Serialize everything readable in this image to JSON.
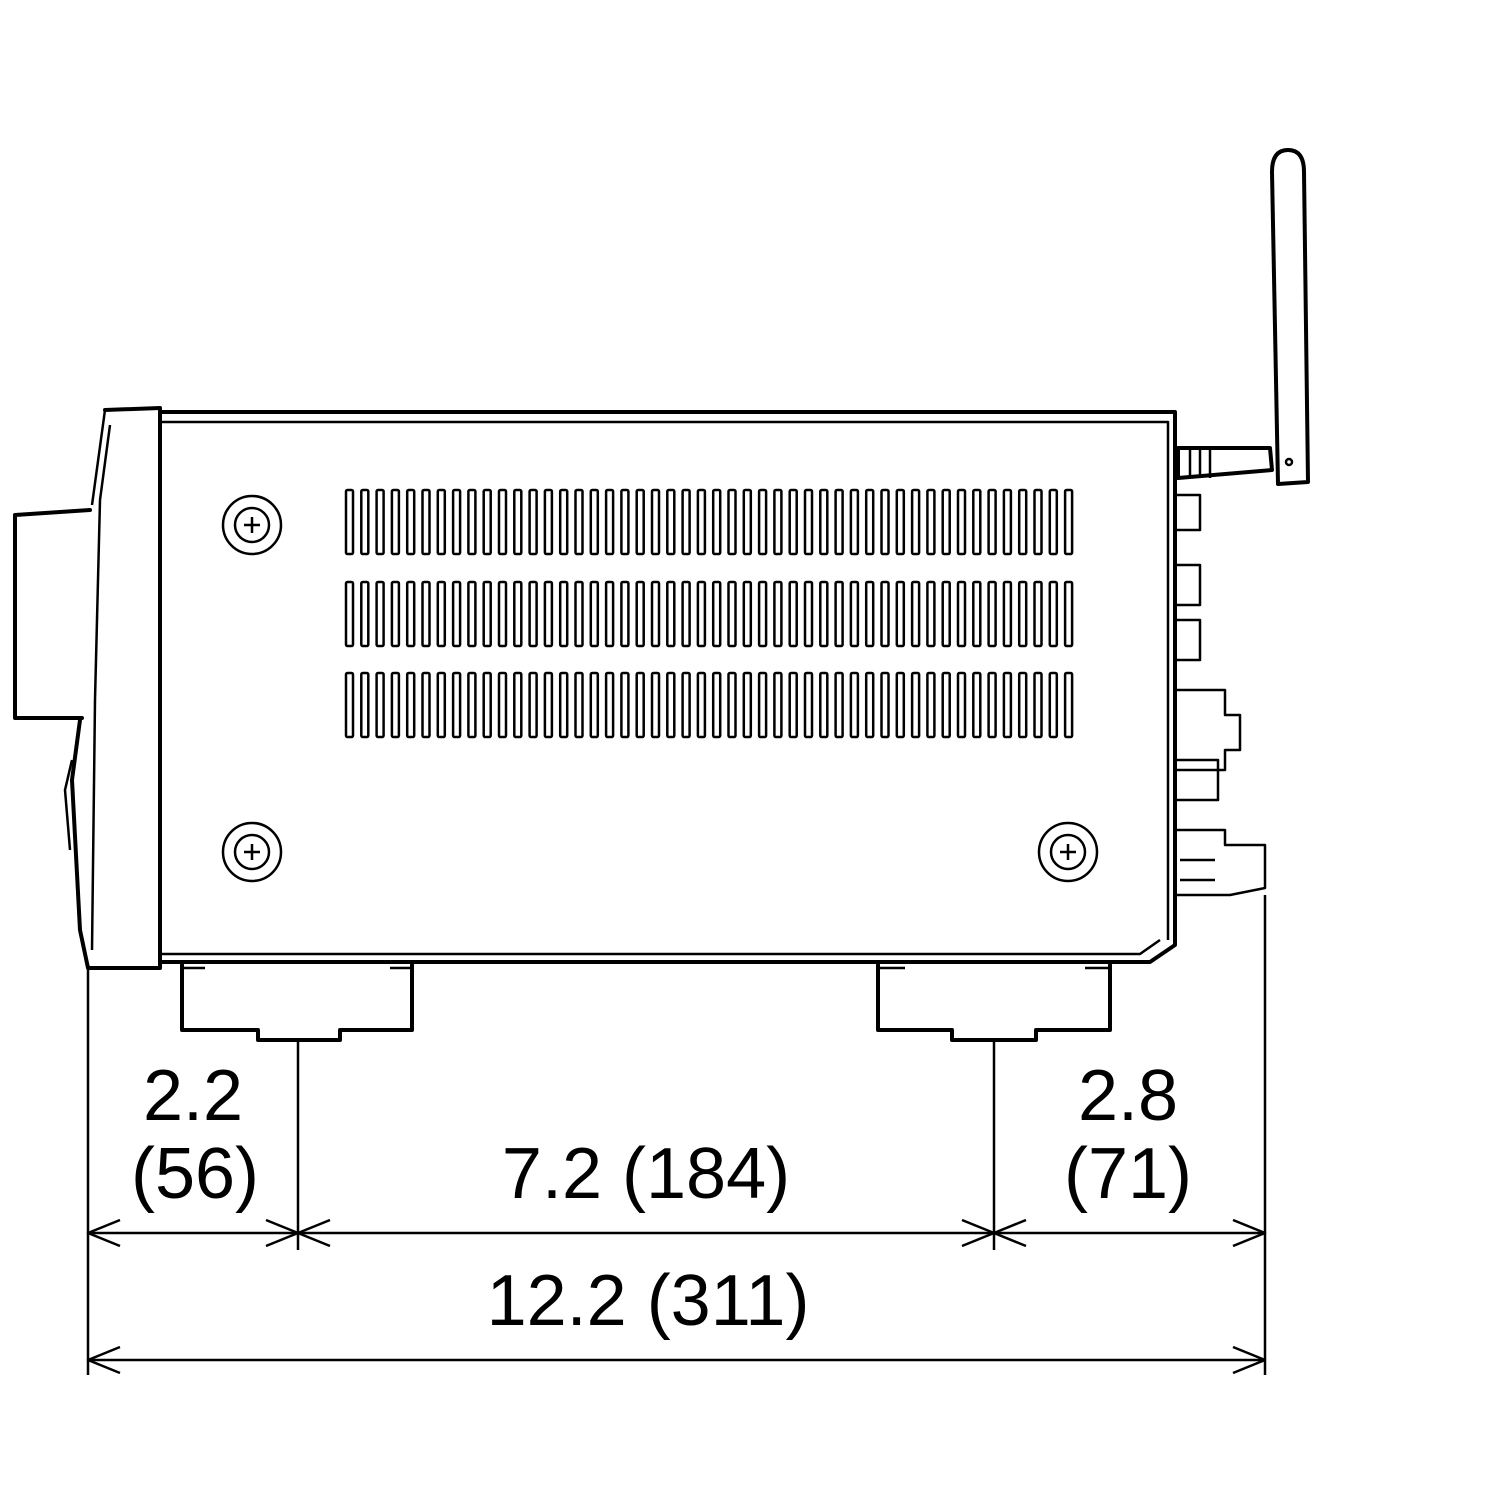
{
  "dimensions": {
    "front_to_foot": {
      "value": "2.2",
      "mm": "(56)"
    },
    "foot_to_foot": {
      "label": "7.2 (184)"
    },
    "foot_to_rear": {
      "value": "2.8",
      "mm": "(71)"
    },
    "overall_depth": {
      "label": "12.2 (311)"
    }
  },
  "colors": {
    "line": "#000000",
    "background": "#ffffff"
  }
}
